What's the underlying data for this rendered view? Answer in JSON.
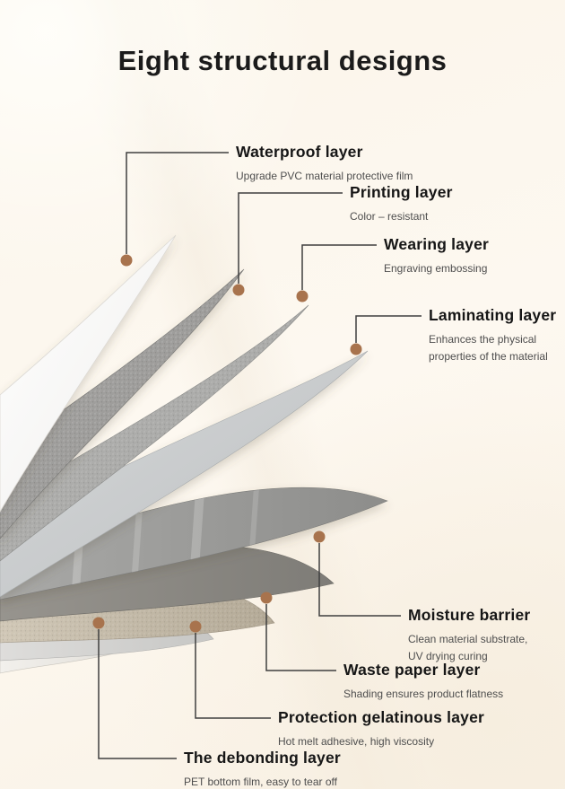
{
  "page": {
    "title": "Eight structural designs"
  },
  "colors": {
    "background": "#fdf7ee",
    "dot": "#a8734d",
    "line": "#3f3f3f",
    "title_text": "#161616",
    "subtitle_text": "#4e4e4e"
  },
  "layers": [
    {
      "title": "Waterproof layer",
      "subtitle": "Upgrade PVC material protective film"
    },
    {
      "title": "Printing layer",
      "subtitle": "Color – resistant"
    },
    {
      "title": "Wearing layer",
      "subtitle": "Engraving embossing"
    },
    {
      "title": "Laminating layer",
      "subtitle": "Enhances the physical\nproperties of the material"
    },
    {
      "title": "Moisture barrier",
      "subtitle": "Clean material substrate,\nUV drying curing"
    },
    {
      "title": "Waste paper layer",
      "subtitle": "Shading ensures product flatness"
    },
    {
      "title": "Protection gelatinous layer",
      "subtitle": "Hot melt adhesive, high viscosity"
    },
    {
      "title": "The debonding layer",
      "subtitle": "PET bottom film, easy to tear off"
    }
  ]
}
